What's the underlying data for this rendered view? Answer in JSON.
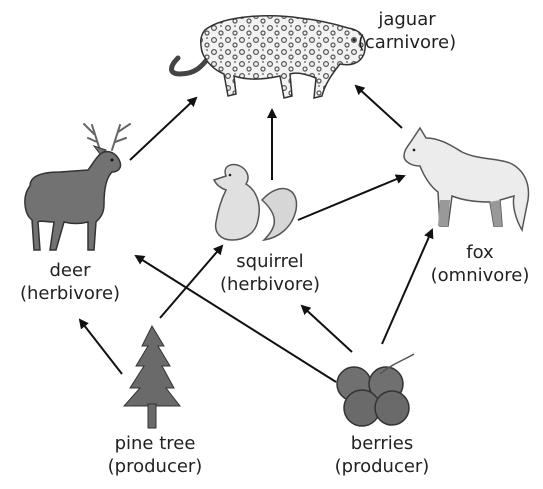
{
  "organisms": {
    "jaguar": {
      "name": "jaguar",
      "role": "(carnivore)"
    },
    "deer": {
      "name": "deer",
      "role": "(herbivore)"
    },
    "squirrel": {
      "name": "squirrel",
      "role": "(herbivore)"
    },
    "fox": {
      "name": "fox",
      "role": "(omnivore)"
    },
    "pine_tree": {
      "name": "pine tree",
      "role": "(producer)"
    },
    "berries": {
      "name": "berries",
      "role": "(producer)"
    }
  },
  "energy_flow": [
    {
      "from": "deer",
      "to": "jaguar"
    },
    {
      "from": "squirrel",
      "to": "jaguar"
    },
    {
      "from": "fox",
      "to": "jaguar"
    },
    {
      "from": "squirrel",
      "to": "fox"
    },
    {
      "from": "pine_tree",
      "to": "deer"
    },
    {
      "from": "pine_tree",
      "to": "squirrel"
    },
    {
      "from": "berries",
      "to": "deer"
    },
    {
      "from": "berries",
      "to": "squirrel"
    },
    {
      "from": "berries",
      "to": "fox"
    }
  ],
  "colors": {
    "arrow": "#111111",
    "animal_dark": "#6e6e6e",
    "animal_light": "#d9d9d9",
    "outline": "#333333"
  }
}
